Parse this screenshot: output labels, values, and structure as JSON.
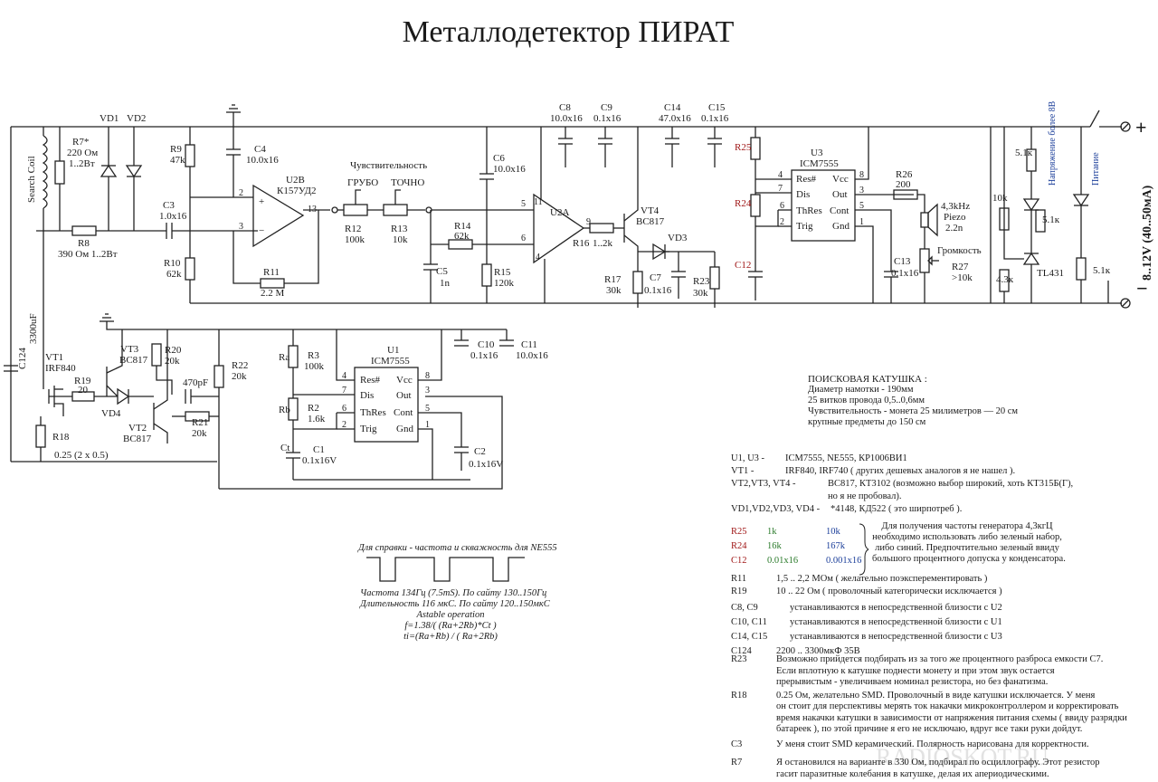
{
  "title": "Металлодетектор ПИРАТ",
  "labels": {
    "search_coil": "Search Coil",
    "vd1": "VD1",
    "vd2": "VD2",
    "r7": "R7*",
    "r7_val": "220 Ом",
    "r7_pwr": "1..2Вт",
    "r8": "R8",
    "r8_val": "390 Ом 1..2Вт",
    "r9": "R9",
    "r9_val": "47k",
    "c3": "C3",
    "c3_val": "1.0x16",
    "r10": "R10",
    "r10_val": "62k",
    "c4": "C4",
    "c4_val": "10.0x16",
    "u2b": "U2B",
    "u2b_part": "К157УД2",
    "r11": "R11",
    "r11_val": "2.2 M",
    "sens": "Чувствительность",
    "coarse": "ГРУБО",
    "fine": "ТОЧНО",
    "r12": "R12",
    "r12_val": "100k",
    "r13": "R13",
    "r13_val": "10k",
    "c6": "C6",
    "c6_val": "10.0x16",
    "r14": "R14",
    "r14_val": "62k",
    "c5": "C5",
    "c5_val": "1n",
    "r15": "R15",
    "r15_val": "120k",
    "u2a": "U2A",
    "c8": "C8",
    "c8_val": "10.0x16",
    "c9": "C9",
    "c9_val": "0.1x16",
    "c14": "C14",
    "c14_val": "47.0x16",
    "c15": "C15",
    "c15_val": "0.1x16",
    "r16": "R16",
    "r16_val": "1..2k",
    "vt4": "VT4",
    "vt4_part": "BC817",
    "vd3": "VD3",
    "r17": "R17",
    "r17_val": "30k",
    "c7": "C7",
    "c7_val": "0.1x16",
    "r23": "R23",
    "r23_val": "30k",
    "r25": "R25",
    "r24": "R24",
    "c12": "C12",
    "u3": "U3",
    "u3_part": "ICM7555",
    "r26": "R26",
    "r26_val": "200",
    "piezo_f": "4,3kHz",
    "piezo": "Piezo",
    "piezo_c": "2.2n",
    "c13": "C13",
    "c13_val": "0.1x16",
    "volume": "Громкость",
    "r27": "R27",
    "r27_val": ">10k",
    "r_51a": "5.1к",
    "r_10k": "10k",
    "r_51b": "5.1к",
    "r_43": "4.3к",
    "r_51c": "5.1к",
    "led1": "Напряжение более 8В",
    "led2": "Питание",
    "tl431": "TL431",
    "supply": "8..12V  (40..50мА)",
    "plus": "+",
    "minus": "−",
    "c124": "C124",
    "c124_val": "3300uF",
    "vt1": "VT1",
    "vt1_part": "IRF840",
    "r19": "R19",
    "r19_val": "20",
    "vt3": "VT3",
    "vt3_part": "BC817",
    "vd4": "VD4",
    "vt2": "VT2",
    "vt2_part": "BC817",
    "r20": "R20",
    "r20_val": "20k",
    "c_470": "470pF",
    "r21": "R21",
    "r21_val": "20k",
    "r22": "R22",
    "r22_val": "20k",
    "r18": "R18",
    "r18_val": "0.25 (2 x 0.5)",
    "ra": "Ra",
    "rb": "Rb",
    "ct": "Ct",
    "r3": "R3",
    "r3_val": "100k",
    "r2": "R2",
    "r2_val": "1.6k",
    "c1": "C1",
    "c1_val": "0.1x16V",
    "u1": "U1",
    "u1_part": "ICM7555",
    "c10": "C10",
    "c10_val": "0.1x16",
    "c11": "C11",
    "c11_val": "10.0x16",
    "c2": "C2",
    "c2_val": "0.1x16V"
  },
  "ic_pins": {
    "res": "Res#",
    "vcc": "Vcc",
    "dis": "Dis",
    "out": "Out",
    "thres": "ThRes",
    "cont": "Cont",
    "trig": "Trig",
    "gnd": "Gnd"
  },
  "coil": {
    "heading": "ПОИСКОВАЯ КАТУШКА :",
    "lines": [
      "Диаметр намотки - 190мм",
      "25 витков провода 0,5..0,6мм",
      "Чувствительность - монета 25 милиметров — 20 см",
      "крупные предметы до 150 см"
    ]
  },
  "ne555_ref": {
    "heading": "Для справки - частота и скважность для NE555",
    "lines": [
      "Частота 134Гц (7.5mS). По сайту 130..150Гц",
      "Длительность 116 мкС. По сайту 120..150мкС",
      "Astable operation",
      "f=1.38/( (Ra+2Rb)*Ct )",
      "ti=(Ra+Rb) / ( Ra+2Rb)"
    ]
  },
  "parts": [
    {
      "ref": "U1, U3 -",
      "desc": "ICM7555,  NE555,  КР1006ВИ1"
    },
    {
      "ref": "VT1 -",
      "desc": "IRF840, IRF740 ( других дешевых аналогов я не нашел )."
    },
    {
      "ref": "VT2,VT3, VT4 -",
      "desc": "BC817, КТ3102 (возможно выбор широкий, хоть КТ315Б(Г),"
    },
    {
      "ref": "",
      "desc": "но я не пробовал)."
    },
    {
      "ref": "VD1,VD2,VD3, VD4 -",
      "desc": "*4148, КД522 ( это ширпотреб )."
    }
  ],
  "color_table": {
    "rows": [
      {
        "ref": "R25",
        "green": "1k",
        "blue": "10k"
      },
      {
        "ref": "R24",
        "green": "16k",
        "blue": "167k"
      },
      {
        "ref": "C12",
        "green": "0.01x16",
        "blue": "0.001x16"
      }
    ],
    "note": [
      "Для получения частоты генератора 4,3кгЦ",
      "необходимо использовать либо зеленый набор,",
      "либо синий. Предпочтительно зеленый ввиду",
      "большого процентного допуска у конденсатора."
    ]
  },
  "notes_a": [
    {
      "ref": "R11",
      "text": "1,5 .. 2,2 МОм  ( желательно поэксперементировать )"
    },
    {
      "ref": "R19",
      "text": "10 .. 22 Ом  ( проволочный категорически исключается )"
    }
  ],
  "notes_b": [
    {
      "ref": "C8, C9",
      "text": "устанавливаются в непосредственной близости с U2"
    },
    {
      "ref": "C10, C11",
      "text": "устанавливаются в непосредственной близости с U1"
    },
    {
      "ref": "C14, C15",
      "text": "устанавливаются в непосредственной близости с U3"
    },
    {
      "ref": "C124",
      "text": "2200 .. 3300мкФ  35В"
    }
  ],
  "notes_c": [
    {
      "ref": "R23",
      "lines": [
        "Возможно прийдется подбирать из за того же процентного разброса емкости C7.",
        "Если вплотную к катушке поднести монету и при этом звук остается",
        "прерывистым - увеличиваем номинал резистора, но без фанатизма."
      ]
    },
    {
      "ref": "R18",
      "lines": [
        "0.25 Ом, желательно SMD. Проволочный в виде катушки исключается. У меня",
        "он стоит для перспективы мерять ток накачки микроконтроллером и корректировать",
        "время накачки катушки в зависимости от напряжения питания схемы ( ввиду разрядки",
        "батареек ), по этой причине я его не исключаю, вдруг все таки руки дойдут."
      ]
    },
    {
      "ref": "C3",
      "lines": [
        "У меня стоит SMD керамический. Полярность нарисована для корректности."
      ]
    },
    {
      "ref": "R7",
      "lines": [
        "Я остановился на варианте в 330 Ом, подбирал по осциллографу. Этот резистор",
        "гасит паразитные колебания в катушке, делая их апериодическими."
      ]
    }
  ],
  "watermark": "RADIOSKOT.RU"
}
